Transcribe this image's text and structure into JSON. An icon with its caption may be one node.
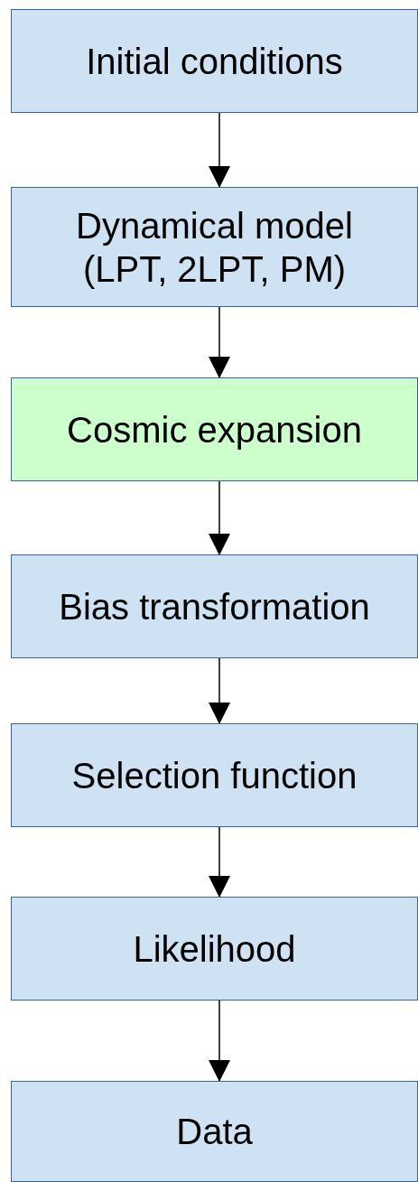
{
  "diagram": {
    "nodes": [
      {
        "text": [
          "Initial conditions"
        ]
      },
      {
        "text": [
          "Dynamical model (LPT, 2LPT, PM)"
        ]
      },
      {
        "text": [
          "Cosmic expansion"
        ]
      },
      {
        "text": [
          "Bias transformation"
        ]
      },
      {
        "text": [
          "Selection function"
        ]
      },
      {
        "text": [
          "Likelihood"
        ]
      },
      {
        "text": [
          "Data"
        ]
      }
    ],
    "edges": [
      {
        "from": 0,
        "to": 1,
        "arrow": "to"
      },
      {
        "from": 1,
        "to": 2,
        "arrow": "to"
      },
      {
        "from": 2,
        "to": 3,
        "arrow": "to"
      },
      {
        "from": 3,
        "to": 4,
        "arrow": "to"
      },
      {
        "from": 4,
        "to": 5,
        "arrow": "to"
      },
      {
        "from": 5,
        "to": 6,
        "arrow": "to"
      }
    ]
  }
}
